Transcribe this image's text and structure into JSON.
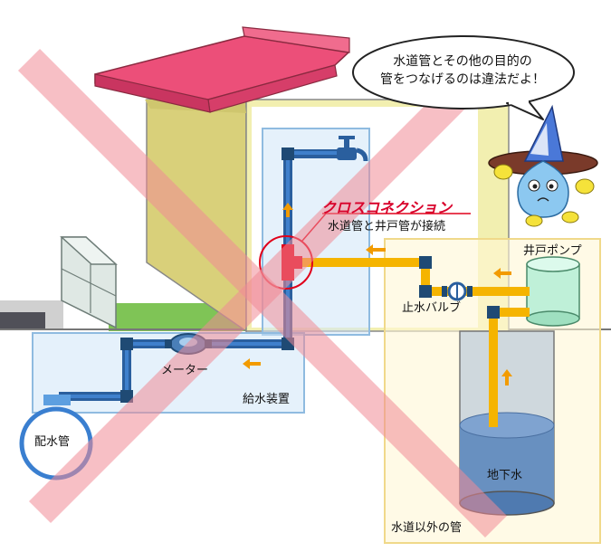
{
  "speech_bubble": {
    "line1": "水道管とその他の目的の",
    "line2": "管をつなげるのは違法だよ！"
  },
  "cross_connection": {
    "title": "クロスコネクション",
    "subtitle": "水道管と井戸管が接続"
  },
  "labels": {
    "well_pump": "井戸ポンプ",
    "stop_valve": "止水バルブ",
    "meter": "メーター",
    "supply_device": "給水装置",
    "distribution_pipe": "配水管",
    "groundwater": "地下水",
    "non_water_pipe": "水道以外の管"
  },
  "colors": {
    "water_pipe": "#2a5f9e",
    "well_pipe": "#f5b400",
    "crossing_pipe": "#e0001a",
    "prohibition_x": "#f7b3b8",
    "roof": "#ec4f79",
    "wall": "#f2efb0"
  }
}
